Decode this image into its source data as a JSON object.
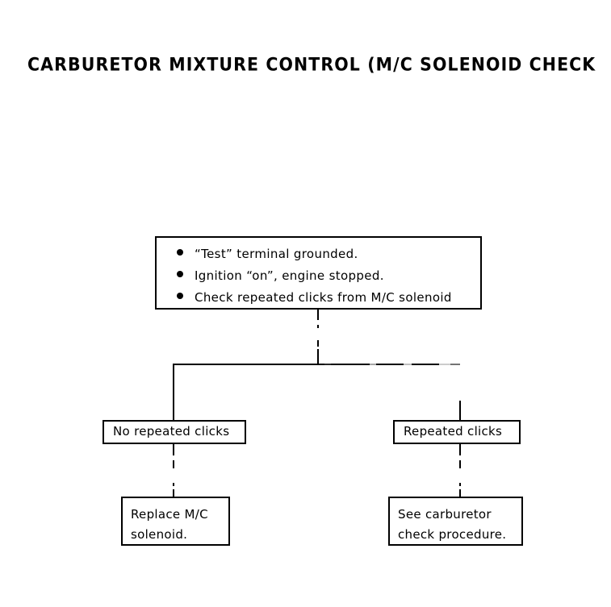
{
  "title": "CARBURETOR MIXTURE CONTROL (M/C SOLENOID CHECK",
  "colors": {
    "background": "#ffffff",
    "ink": "#000000"
  },
  "flowchart": {
    "type": "flowchart",
    "condition_box": {
      "bullets": [
        "“Test” terminal grounded.",
        "Ignition “on”, engine stopped.",
        "Check repeated clicks from M/C solenoid"
      ]
    },
    "branches": [
      {
        "side": "left",
        "result_label": "No repeated clicks",
        "action_lines": [
          "Replace M/C",
          "solenoid."
        ]
      },
      {
        "side": "right",
        "result_label": "Repeated clicks",
        "action_lines": [
          "See carburetor",
          "check procedure."
        ]
      }
    ]
  }
}
